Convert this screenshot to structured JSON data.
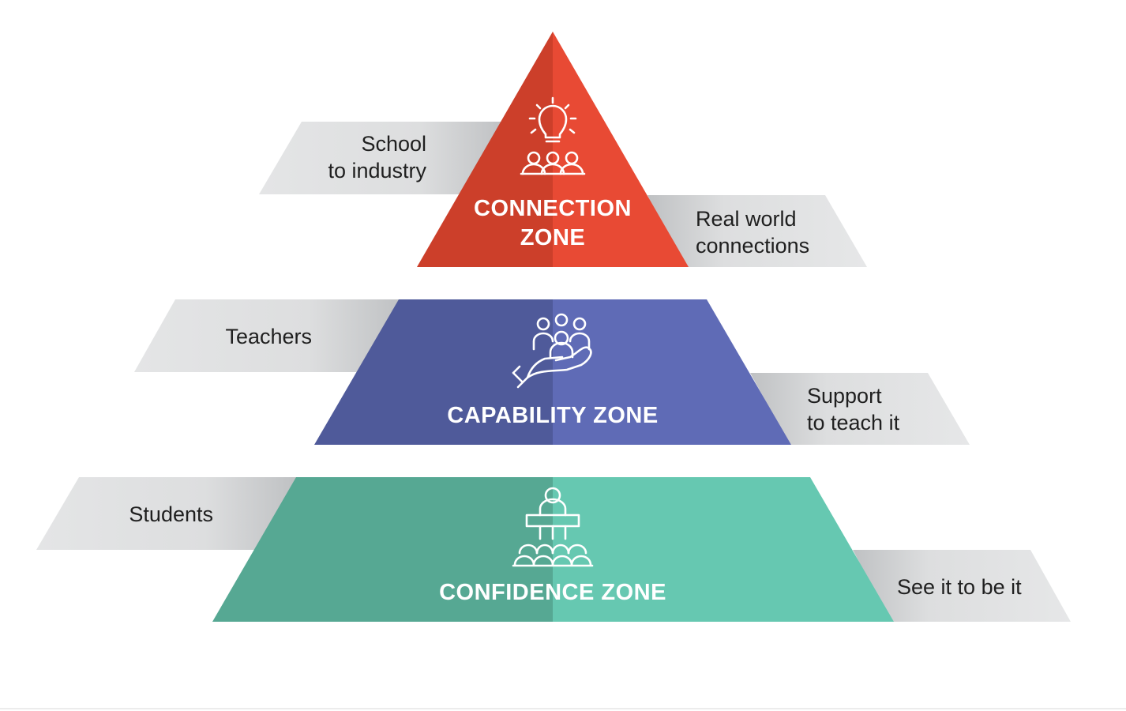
{
  "colors": {
    "tab_light": "#e4e5e6",
    "tab_dark": "#c2c4c6",
    "connection_left": "#cc3f2a",
    "connection_right": "#e84a34",
    "capability_left": "#4f5a9a",
    "capability_right": "#5f6bb6",
    "confidence_left": "#56a893",
    "confidence_right": "#66c8b1"
  },
  "connection": {
    "title_line1": "CONNECTION",
    "title_line2": "ZONE",
    "icon": "lightbulb-people-icon",
    "left_tab": {
      "line1": "School",
      "line2": "to industry"
    },
    "right_tab": {
      "line1": "Real world",
      "line2": "connections"
    }
  },
  "capability": {
    "title": "CAPABILITY ZONE",
    "icon": "hand-holding-people-icon",
    "left_tab": {
      "line1": "Teachers"
    },
    "right_tab": {
      "line1": "Support",
      "line2": "to teach it"
    }
  },
  "confidence": {
    "title": "CONFIDENCE ZONE",
    "icon": "speaker-audience-icon",
    "left_tab": {
      "line1": "Students"
    },
    "right_tab": {
      "line1": "See it to be it"
    }
  }
}
